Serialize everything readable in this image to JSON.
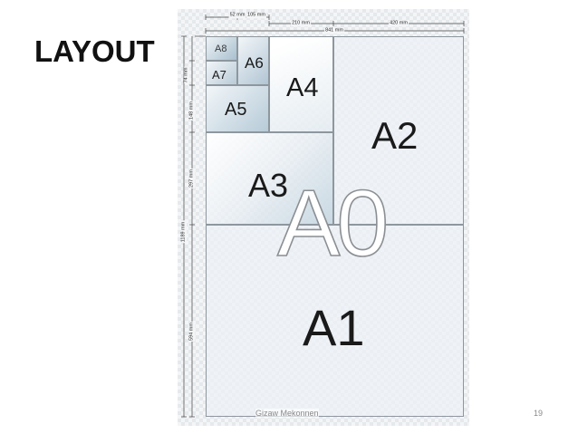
{
  "slide": {
    "title": "LAYOUT",
    "footer_author": "Gizaw Mekonnen",
    "page_number": "19"
  },
  "diagram": {
    "sheets": {
      "a0": "A0",
      "a1": "A1",
      "a2": "A2",
      "a3": "A3",
      "a4": "A4",
      "a5": "A5",
      "a6": "A6",
      "a7": "A7",
      "a8": "A8"
    },
    "dimensions": {
      "top_52": "52 mm",
      "top_105": "105 mm",
      "top_210": "210 mm",
      "top_420": "420 mm",
      "top_841": "841 mm",
      "left_74": "74 mm",
      "left_148": "148 mm",
      "left_297": "297 mm",
      "left_594": "594 mm",
      "left_1189": "1189 mm"
    }
  },
  "colors": {
    "title": "#111111",
    "sheet_border": "#8e979e",
    "sheet_tint": "#b7cbd8",
    "footer_text": "#8a8a8a"
  }
}
